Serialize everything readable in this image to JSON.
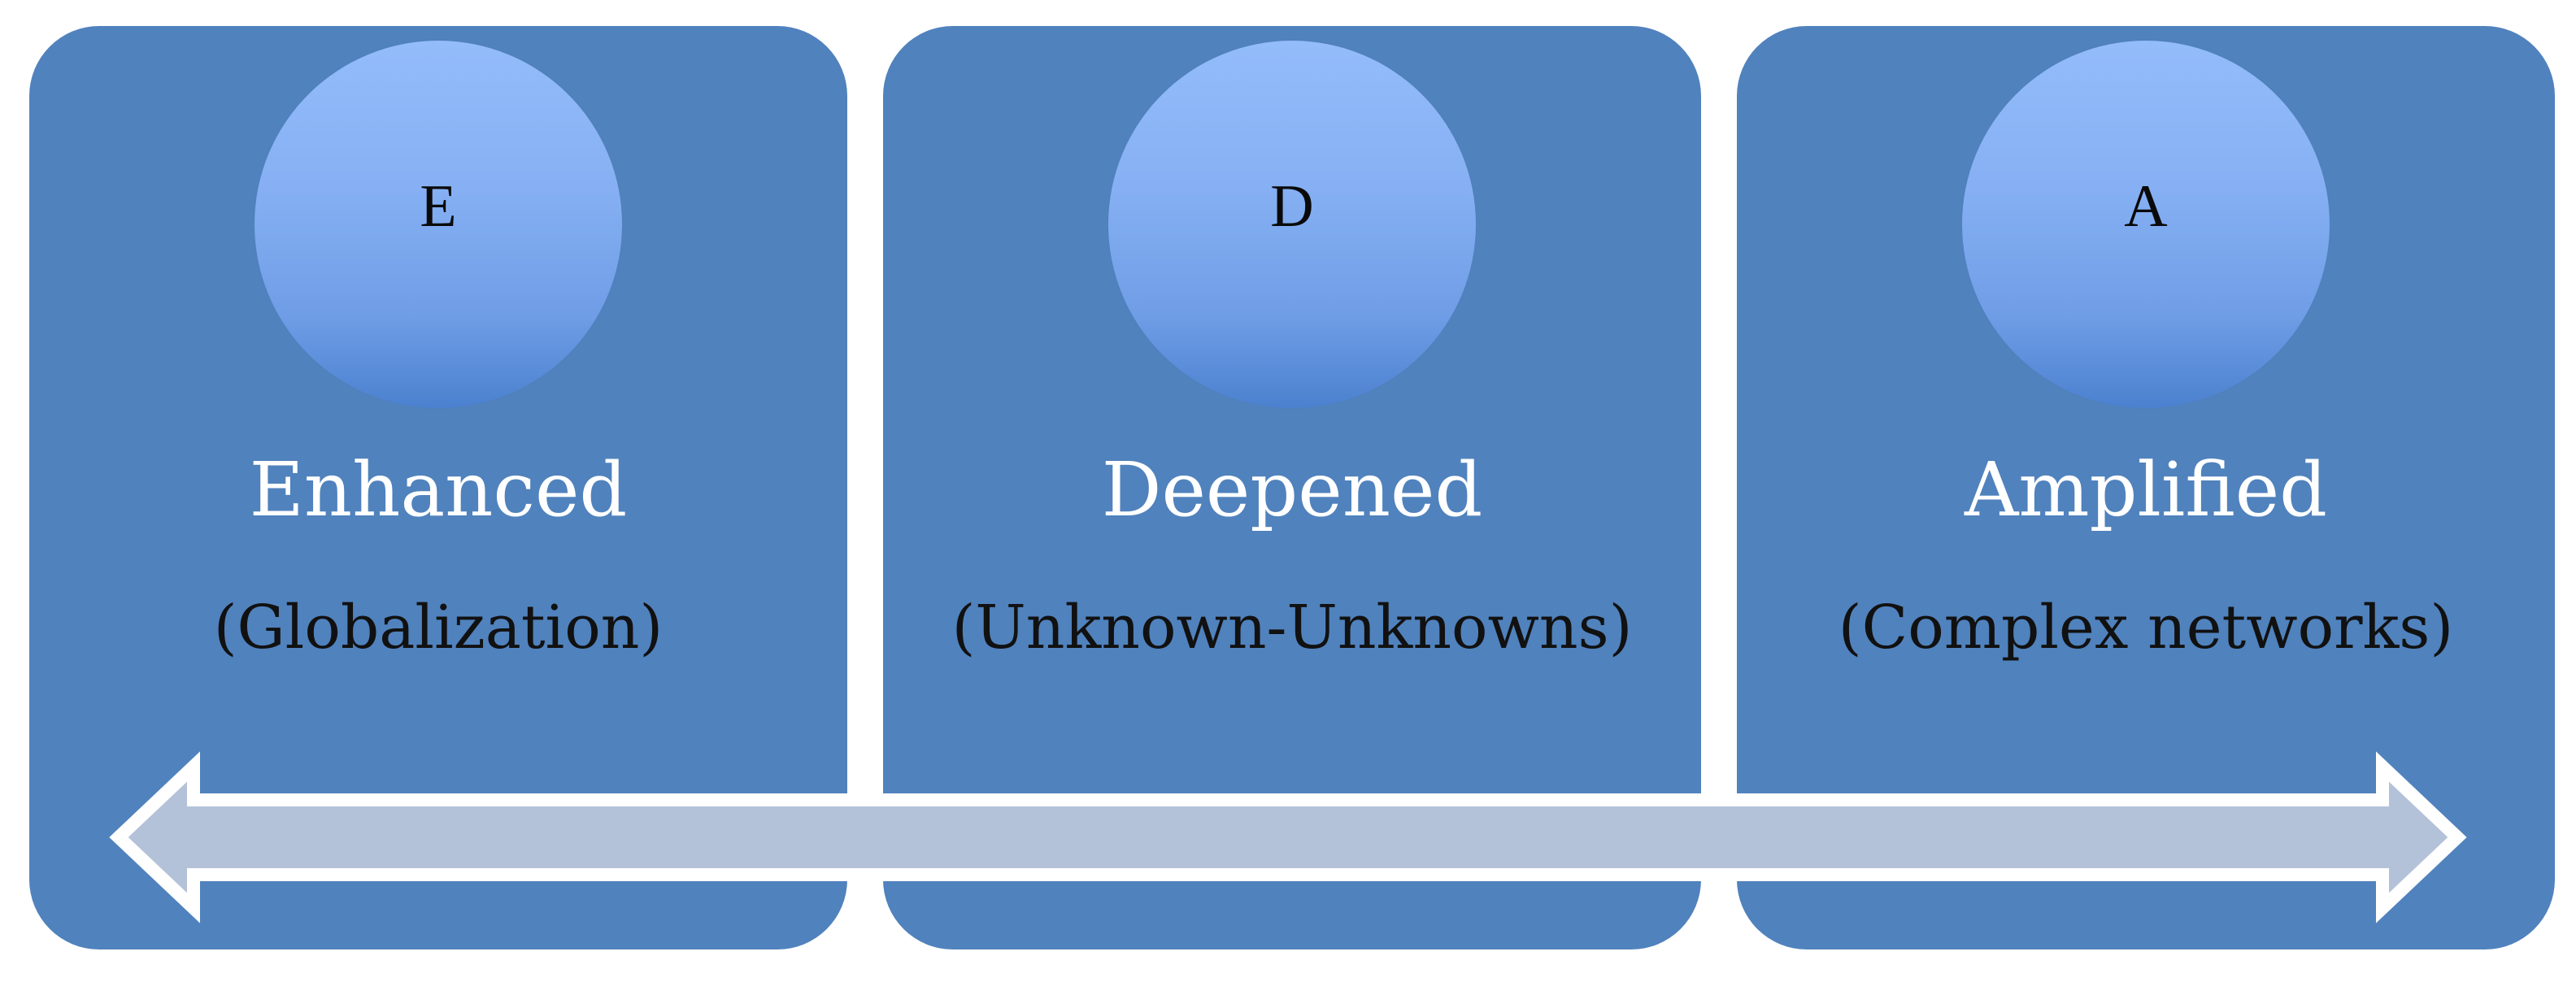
{
  "colors": {
    "panel": "#5082bd",
    "circle_top": "#93bcfb",
    "circle_bottom": "#4b81cf",
    "arrow_fill": "#b3c2d9",
    "arrow_stroke": "#ffffff"
  },
  "panels": [
    {
      "letter": "E",
      "title": "Enhanced",
      "subtitle": "(Globalization)"
    },
    {
      "letter": "D",
      "title": "Deepened",
      "subtitle": "(Unknown-Unknowns)"
    },
    {
      "letter": "A",
      "title": "Amplified",
      "subtitle": "(Complex networks)"
    }
  ],
  "arrow": {
    "icon": "double-headed-arrow-icon"
  }
}
